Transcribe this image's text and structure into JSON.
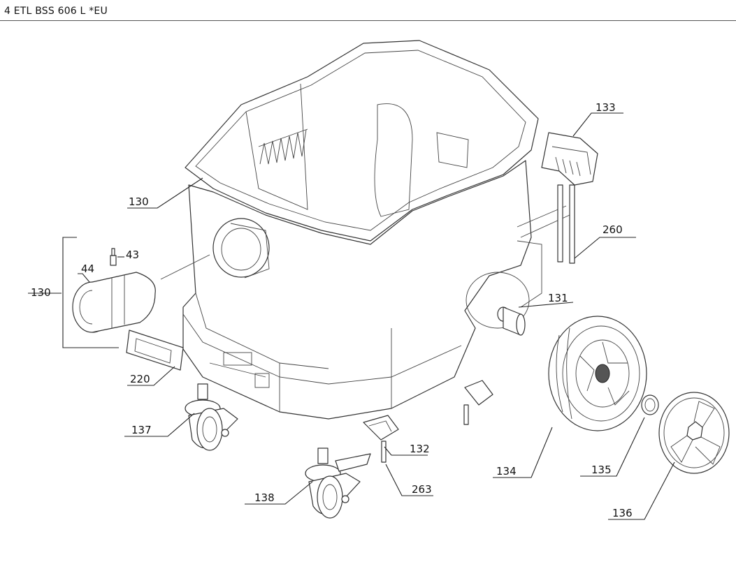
{
  "header": {
    "title": "4 ETL BSS 606 L *EU"
  },
  "callouts": [
    {
      "id": "130a",
      "label": "130"
    },
    {
      "id": "43",
      "label": "43"
    },
    {
      "id": "44",
      "label": "44"
    },
    {
      "id": "130b",
      "label": "130"
    },
    {
      "id": "220",
      "label": "220"
    },
    {
      "id": "137",
      "label": "137"
    },
    {
      "id": "138",
      "label": "138"
    },
    {
      "id": "132",
      "label": "132"
    },
    {
      "id": "263",
      "label": "263"
    },
    {
      "id": "131",
      "label": "131"
    },
    {
      "id": "133",
      "label": "133"
    },
    {
      "id": "260",
      "label": "260"
    },
    {
      "id": "134",
      "label": "134"
    },
    {
      "id": "135",
      "label": "135"
    },
    {
      "id": "136",
      "label": "136"
    }
  ]
}
